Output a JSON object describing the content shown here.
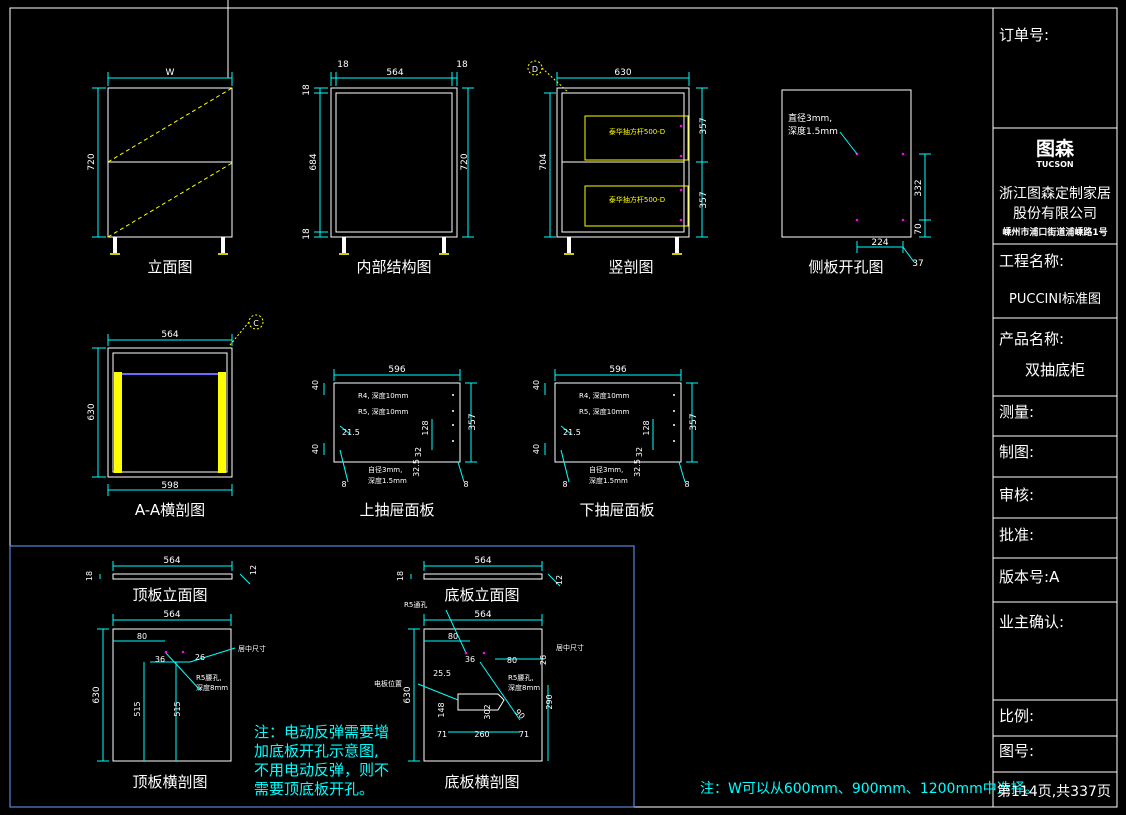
{
  "colors": {
    "cyan": "#00ffff",
    "white": "#ffffff",
    "yellow": "#ffff00",
    "magenta": "#ff00ff",
    "green": "#00ff00"
  },
  "views": {
    "elevation": {
      "title": "立面图",
      "dim_w": "W",
      "dim_h": "720"
    },
    "inner": {
      "title": "内部结构图",
      "dim_left": "18",
      "dim_mid": "564",
      "dim_right": "18",
      "dim_top": "18",
      "dim_h": "684",
      "dim_bottom": "18",
      "dim_total": "720"
    },
    "section": {
      "title": "竖剖图",
      "dim_w": "630",
      "dim_h": "704",
      "dim_top": "357",
      "dim_bottom": "357",
      "slide_label_1": "泰华抽方杆500-D",
      "slide_label_2": "泰华抽方杆500-D",
      "callout": "D"
    },
    "side": {
      "title": "侧板开孔图",
      "note1": "直径3mm,",
      "note2": "深度1.5mm",
      "dim_332": "332",
      "dim_70": "70",
      "dim_224": "224",
      "dim_37": "37"
    },
    "aa": {
      "title": "A-A横剖图",
      "dim_top": "564",
      "dim_bottom": "598",
      "dim_h": "630",
      "callout": "C"
    },
    "top_drawer": {
      "title": "上抽屉面板",
      "dim_w": "596",
      "d1": "R4, 深度10mm",
      "d2": "R5, 深度10mm",
      "d3": "21.5",
      "d4": "自径3mm,",
      "d5": "深度1.5mm",
      "d_40a": "40",
      "d_40b": "40",
      "d_357": "357",
      "d_128": "128",
      "d_32": "32",
      "d_32b": "32.5",
      "d_8a": "8",
      "d_8b": "8"
    },
    "bottom_drawer": {
      "title": "下抽屉面板",
      "dim_w": "596",
      "d1": "R4, 深度10mm",
      "d2": "R5, 深度10mm",
      "d3": "21.5",
      "d4": "自径3mm,",
      "d5": "深度1.5mm",
      "d_40a": "40",
      "d_40b": "40",
      "d_357": "357",
      "d_128": "128",
      "d_32": "32",
      "d_32b": "32.5",
      "d_8a": "8",
      "d_8b": "8"
    },
    "top_panel_elev": {
      "title": "顶板立面图",
      "dim_w": "564",
      "dim_h": "18",
      "dim_r": "12"
    },
    "bottom_panel_elev": {
      "title": "底板立面图",
      "dim_w": "564",
      "dim_h": "18",
      "dim_r": "12"
    },
    "top_panel_plan": {
      "title": "顶板横剖图",
      "dim_w": "564",
      "dim_80": "80",
      "dim_36": "36",
      "dim_26": "26",
      "dim_h": "630",
      "dim_515a": "515",
      "dim_515b": "515",
      "centre": "居中尺寸",
      "hole": "R5腰孔,",
      "hole2": "深度8mm"
    },
    "bottom_panel_plan": {
      "title": "底板横剖图",
      "dim_w": "564",
      "dim_80": "80",
      "dim_80b": "80",
      "dim_36": "36",
      "dim_26": "26",
      "dim_h": "630",
      "dim_r5": "R5通孔",
      "centre": "居中尺寸",
      "slot": "电板位置",
      "hole": "R5腰孔,",
      "hole2": "深度8mm",
      "d_148": "148",
      "d_302": "302",
      "d_71a": "71",
      "d_71b": "71",
      "d_260": "260",
      "d_25": "25.5",
      "d_90": "90",
      "d_290": "290"
    }
  },
  "notes": {
    "electric": [
      "注：电动反弹需要增",
      "加底板开孔示意图,",
      "不用电动反弹，则不",
      "需要顶底板开孔。"
    ],
    "width": "注：W可以从600mm、900mm、1200mm中选择。"
  },
  "title_block": {
    "order_label": "订单号:",
    "logo_cn": "图森",
    "logo_en": "TUCSON",
    "company_1": "浙江图森定制家居",
    "company_2": "股份有限公司",
    "address": "嵊州市浦口街道浦嵊路1号",
    "project_label": "工程名称:",
    "project_value": "PUCCINI标准图",
    "product_label": "产品名称:",
    "product_value": "双抽底柜",
    "measure_label": "测量:",
    "draw_label": "制图:",
    "review_label": "审核:",
    "approve_label": "批准:",
    "version_label": "版本号:",
    "version_value": "A",
    "owner_label": "业主确认:",
    "scale_label": "比例:",
    "drawing_no_label": "图号:",
    "page": "第114页,共337页"
  }
}
